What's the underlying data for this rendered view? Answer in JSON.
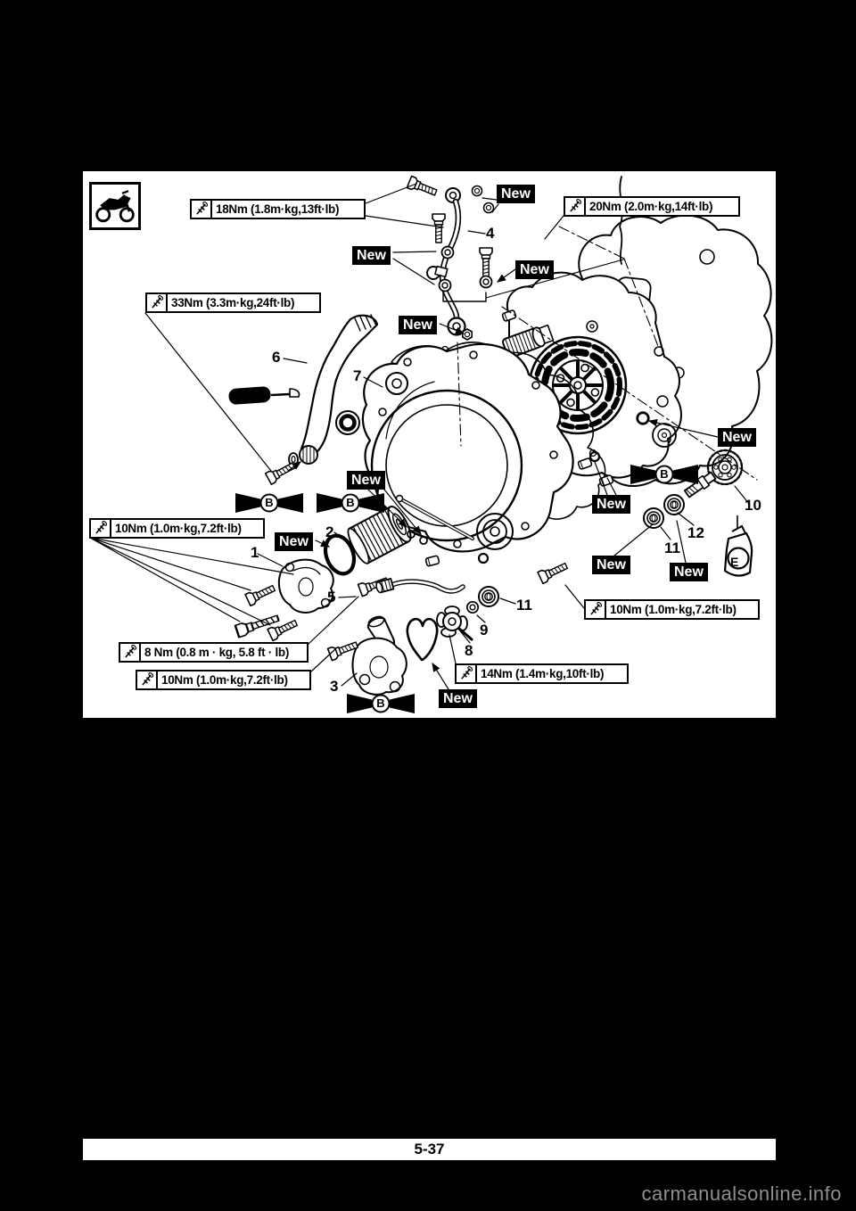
{
  "page": {
    "page_number": "5-37",
    "watermark": "carmanualsonline.info",
    "background_color": "#000000",
    "paper_color": "#ffffff"
  },
  "diagram": {
    "vehicle_icon": "dirt-bike",
    "torque_specs": [
      {
        "id": "top-left",
        "nm": 18,
        "text": "18Nm (1.8m·kg,13ft·lb)"
      },
      {
        "id": "top-right",
        "nm": 20,
        "text": "20Nm (2.0m·kg,14ft·lb)"
      },
      {
        "id": "kick-lever",
        "nm": 33,
        "text": "33Nm (3.3m·kg,24ft·lb)"
      },
      {
        "id": "pump-cover-left",
        "nm": 10,
        "text": "10Nm (1.0m·kg,7.2ft·lb)"
      },
      {
        "id": "lower-left-8nm",
        "nm": 8,
        "text": "8 Nm (0.8 m · kg, 5.8 ft · lb)"
      },
      {
        "id": "lower-left-10nm",
        "nm": 10,
        "text": "10Nm (1.0m·kg,7.2ft·lb)"
      },
      {
        "id": "impeller-14nm",
        "nm": 14,
        "text": "14Nm (1.4m·kg,10ft·lb)"
      },
      {
        "id": "right-10nm",
        "nm": 10,
        "text": "10Nm (1.0m·kg,7.2ft·lb)"
      }
    ],
    "new_label": "New",
    "new_label_count": 11,
    "part_numbers": [
      "1",
      "2",
      "3",
      "4",
      "5",
      "6",
      "7",
      "8",
      "9",
      "10",
      "11",
      "12"
    ],
    "symbols": {
      "grease_label": "B",
      "engine_oil_label": "E"
    }
  }
}
